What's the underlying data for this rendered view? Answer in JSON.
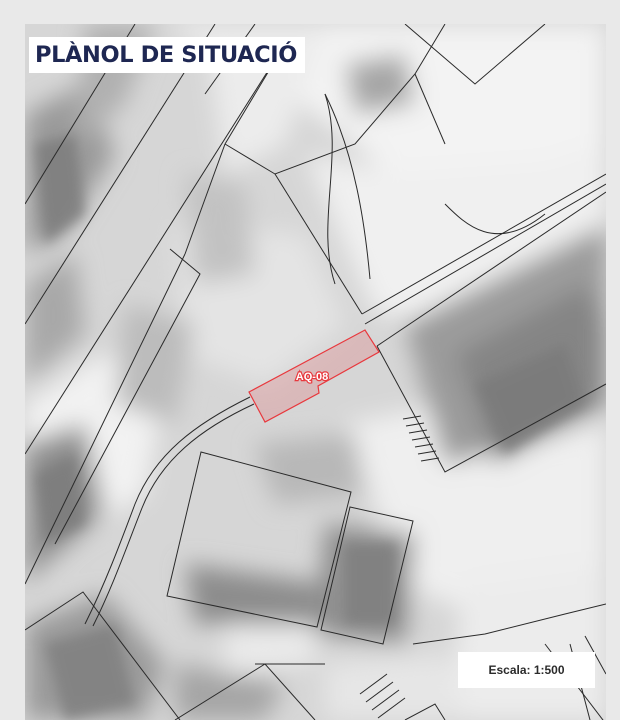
{
  "map": {
    "title": "PLÀNOL DE SITUACIÓ",
    "scale_label": "Escala: 1:500",
    "parcel": {
      "code": "AQ-08",
      "color": "#e8383d"
    },
    "colors": {
      "frame": "#e9e9e9",
      "title_text": "#1e2752",
      "line": "#2a2a2a",
      "light_area": "#f1f1f1",
      "dark_area": "#8a8a8a"
    }
  }
}
